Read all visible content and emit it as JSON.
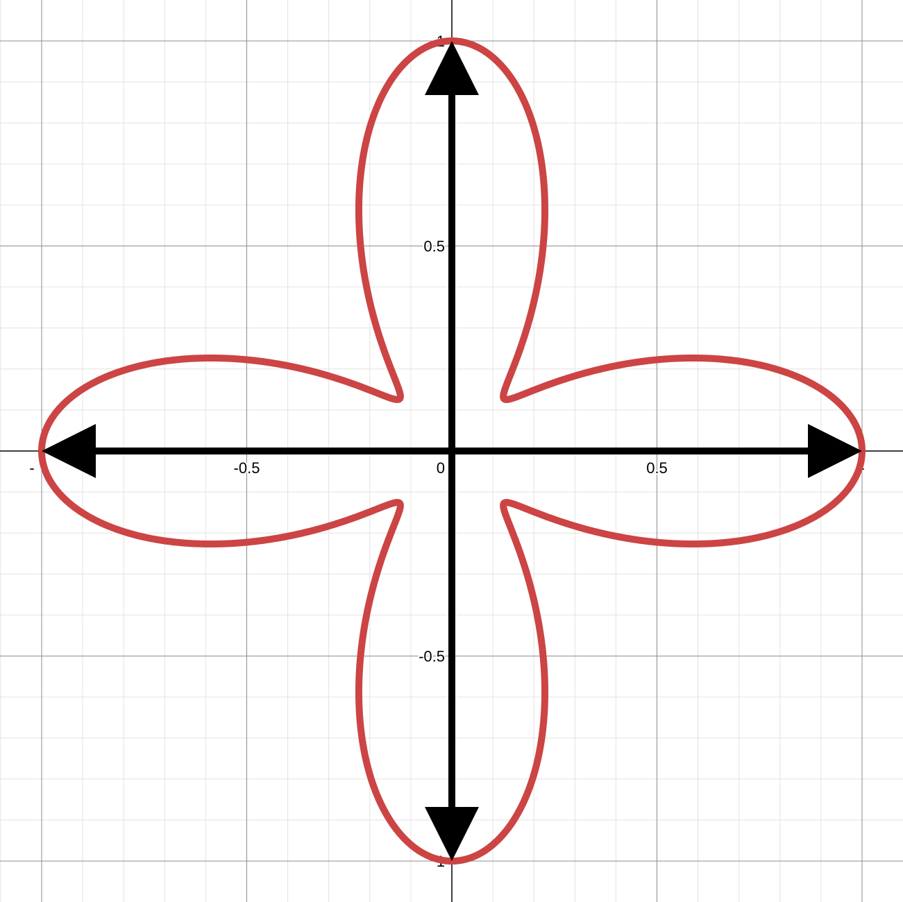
{
  "chart_data": {
    "type": "line",
    "title": "",
    "xlabel": "",
    "ylabel": "",
    "xlim": [
      -1.02,
      1.02
    ],
    "ylim": [
      -1.02,
      1.02
    ],
    "grid": true,
    "major_step": 0.5,
    "minor_step": 0.1,
    "x_tick_labels": [
      {
        "value": -1,
        "label": "-"
      },
      {
        "value": -0.5,
        "label": "-0.5"
      },
      {
        "value": 0,
        "label": "0"
      },
      {
        "value": 0.5,
        "label": "0.5"
      },
      {
        "value": 1,
        "label": "-"
      }
    ],
    "y_tick_labels": [
      {
        "value": 1,
        "label": "1"
      },
      {
        "value": 0.5,
        "label": "0.5"
      },
      {
        "value": -0.5,
        "label": "-0.5"
      },
      {
        "value": -1,
        "label": "1"
      }
    ],
    "series": [
      {
        "kind": "polar_curve",
        "equation_form": "r = 1 - 0.82*sin(2θ)^2",
        "petals": 4,
        "r_max": 1,
        "r_min": 0.18,
        "color": "#cc4444"
      }
    ],
    "arrows": [
      {
        "from": [
          0,
          0
        ],
        "to": [
          1,
          0
        ],
        "color": "#000000"
      },
      {
        "from": [
          0,
          0
        ],
        "to": [
          -1,
          0
        ],
        "color": "#000000"
      },
      {
        "from": [
          0,
          0
        ],
        "to": [
          0,
          1
        ],
        "color": "#000000"
      },
      {
        "from": [
          0,
          0
        ],
        "to": [
          0,
          -1
        ],
        "color": "#000000"
      }
    ]
  }
}
